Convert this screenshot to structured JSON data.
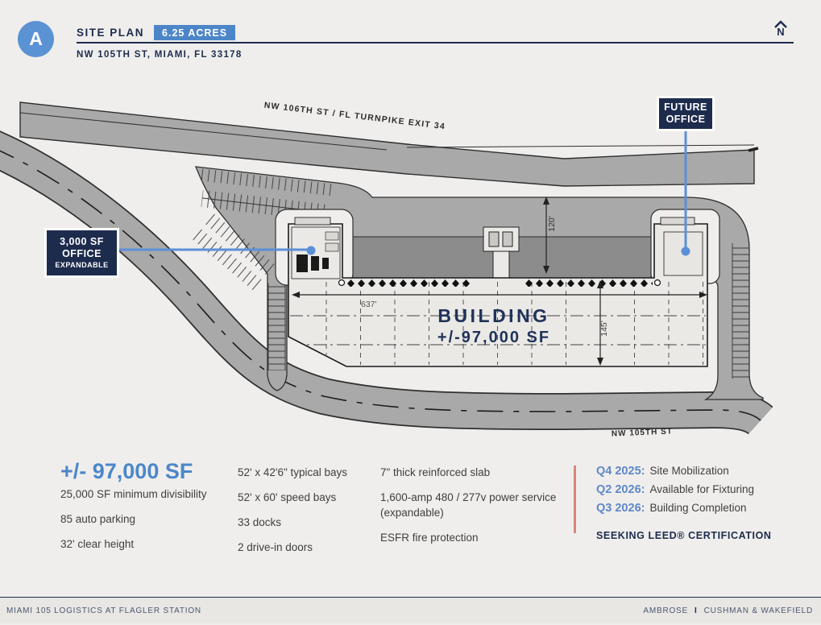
{
  "header": {
    "logo_letter": "A",
    "title": "SITE PLAN",
    "acreage_badge": "6.25 ACRES",
    "address": "NW 105TH ST, MIAMI, FL 33178",
    "compass_letter": "N"
  },
  "site_plan": {
    "road_top_label": "NW 106TH ST / FL TURNPIKE EXIT 34",
    "road_bottom_label": "NW 105TH ST",
    "building_label_line1": "BUILDING",
    "building_label_line2": "+/-97,000 SF",
    "dim_width": "637'",
    "dim_depth": "145'",
    "dim_truck_court": "120'",
    "callout_future_office": {
      "line1": "FUTURE",
      "line2": "OFFICE"
    },
    "callout_office": {
      "line1": "3,000 SF",
      "line2": "OFFICE",
      "line3": "EXPANDABLE"
    }
  },
  "specs": {
    "headline": "+/- 97,000 SF",
    "col1": [
      "25,000 SF minimum divisibility",
      "85 auto parking",
      "32' clear height"
    ],
    "col2": [
      "52' x 42'6\" typical bays",
      "52' x 60' speed bays",
      "33 docks",
      "2 drive-in doors"
    ],
    "col3": [
      "7\" thick reinforced slab",
      "1,600-amp 480 / 277v power service (expandable)",
      "ESFR fire protection"
    ]
  },
  "timeline": {
    "items": [
      {
        "quarter": "Q4 2025:",
        "event": "Site Mobilization"
      },
      {
        "quarter": "Q2 2026:",
        "event": "Available for Fixturing"
      },
      {
        "quarter": "Q3 2026:",
        "event": "Building Completion"
      }
    ],
    "leed": "SEEKING LEED® CERTIFICATION"
  },
  "footer": {
    "left": "MIAMI 105 LOGISTICS AT FLAGLER STATION",
    "right_brand1": "AMBROSE",
    "separator": "I",
    "right_brand2": "CUSHMAN & WAKEFIELD"
  },
  "colors": {
    "background": "#efeeec",
    "navy": "#1d2b4d",
    "accent_blue": "#5b92d4",
    "badge_blue": "#4d86c8",
    "headline_blue": "#4b87c9",
    "coral_divider": "#d9857c",
    "road_gray": "#a9a9a9",
    "truck_court_gray": "#8c8c8c",
    "building_fill": "#eae9e6"
  }
}
